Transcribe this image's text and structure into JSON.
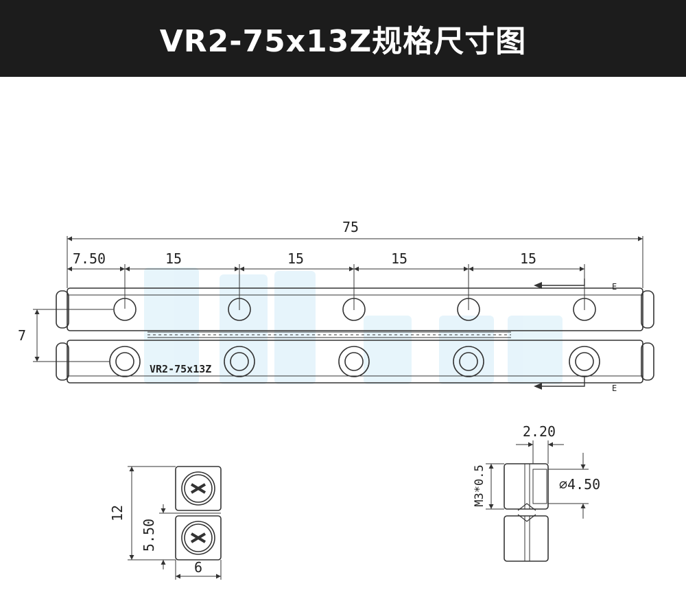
{
  "header": {
    "title": "VR2-75x13Z规格尺寸图"
  },
  "main_view": {
    "overall_length": "75",
    "pitch_labels": [
      "7.50",
      "15",
      "15",
      "15",
      "15"
    ],
    "rail_gap": "7",
    "section_marks": [
      "E",
      "E"
    ],
    "engraving": "VR2-75x13Z"
  },
  "end_view": {
    "height": "12",
    "half_height": "5.50",
    "width": "6"
  },
  "section_view": {
    "counterbore_depth": "2.20",
    "counterbore_diameter": "⌀4.50",
    "thread": "M3*0.5"
  },
  "colors": {
    "header_bg": "#1c1c1c",
    "line": "#333333",
    "watermark": "#9fd6f0"
  }
}
